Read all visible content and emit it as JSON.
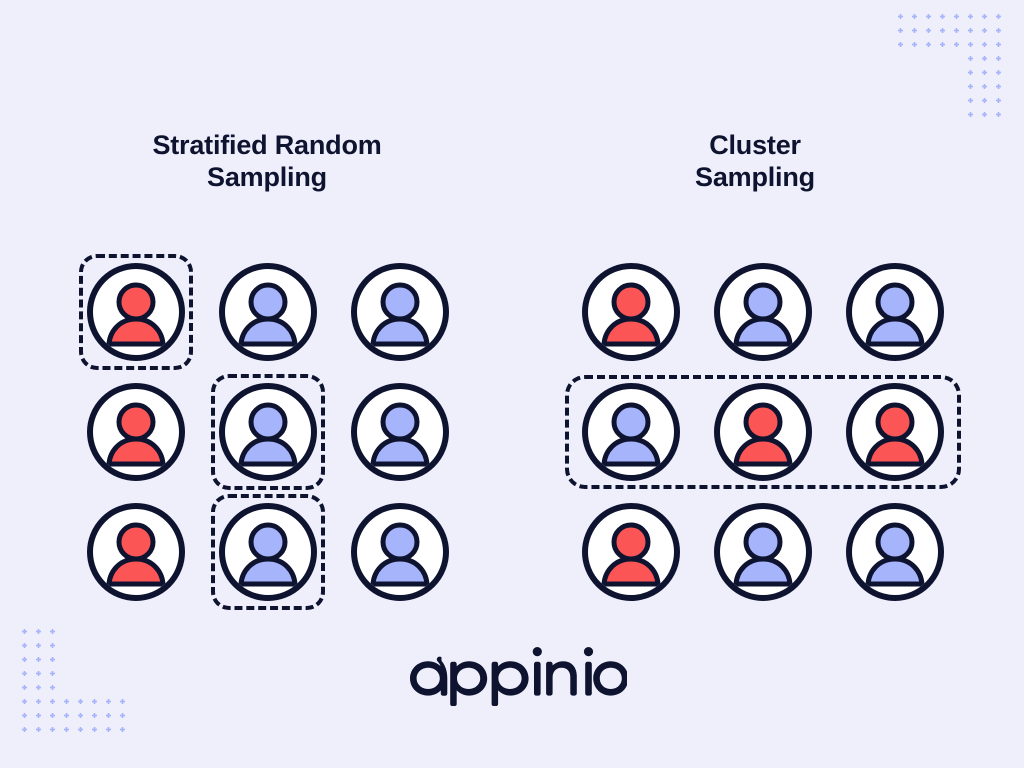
{
  "page": {
    "background_color": "#EFEFFB",
    "ink_color": "#0E1330",
    "accent_red": "#FB5555",
    "accent_blue": "#A5B4FB",
    "avatar_face_color": "#FFFFFF",
    "dot_pattern_color": "#A5B4FB"
  },
  "panels": [
    {
      "id": "stratified",
      "title": "Stratified Random\nSampling",
      "title_line1": "Stratified Random",
      "title_line2": "Sampling",
      "selection_mode": "per-cell",
      "rows": [
        {
          "cells": [
            {
              "color": "red",
              "label": "person-red",
              "selected": true
            },
            {
              "color": "blue",
              "label": "person-blue",
              "selected": false
            },
            {
              "color": "blue",
              "label": "person-blue",
              "selected": false
            }
          ]
        },
        {
          "cells": [
            {
              "color": "red",
              "label": "person-red",
              "selected": false
            },
            {
              "color": "blue",
              "label": "person-blue",
              "selected": true
            },
            {
              "color": "blue",
              "label": "person-blue",
              "selected": false
            }
          ]
        },
        {
          "cells": [
            {
              "color": "red",
              "label": "person-red",
              "selected": false
            },
            {
              "color": "blue",
              "label": "person-blue",
              "selected": true
            },
            {
              "color": "blue",
              "label": "person-blue",
              "selected": false
            }
          ]
        }
      ]
    },
    {
      "id": "cluster",
      "title": "Cluster\nSampling",
      "title_line1": "Cluster",
      "title_line2": "Sampling",
      "selection_mode": "row",
      "selected_row_index": 1,
      "rows": [
        {
          "selected": false,
          "cells": [
            {
              "color": "red",
              "label": "person-red"
            },
            {
              "color": "blue",
              "label": "person-blue"
            },
            {
              "color": "blue",
              "label": "person-blue"
            }
          ]
        },
        {
          "selected": true,
          "cells": [
            {
              "color": "blue",
              "label": "person-blue"
            },
            {
              "color": "red",
              "label": "person-red"
            },
            {
              "color": "red",
              "label": "person-red"
            }
          ]
        },
        {
          "selected": false,
          "cells": [
            {
              "color": "red",
              "label": "person-red"
            },
            {
              "color": "blue",
              "label": "person-blue"
            },
            {
              "color": "blue",
              "label": "person-blue"
            }
          ]
        }
      ]
    }
  ],
  "decoration": {
    "top_right_dots": {
      "name": "dot-grid-top-right",
      "shape": "corner-L",
      "wide_rows": 3,
      "wide_cols": 8,
      "tall_rows": 5,
      "tall_cols": 3,
      "spacing": 14,
      "dot_size": 5
    },
    "bottom_left_dots": {
      "name": "dot-grid-bottom-left",
      "shape": "corner-L-mirrored",
      "tall_rows": 5,
      "tall_cols": 3,
      "wide_rows": 3,
      "wide_cols": 8,
      "spacing": 14,
      "dot_size": 5
    }
  },
  "branding": {
    "logo_text": "appinio",
    "logo_color": "#0E1330"
  }
}
